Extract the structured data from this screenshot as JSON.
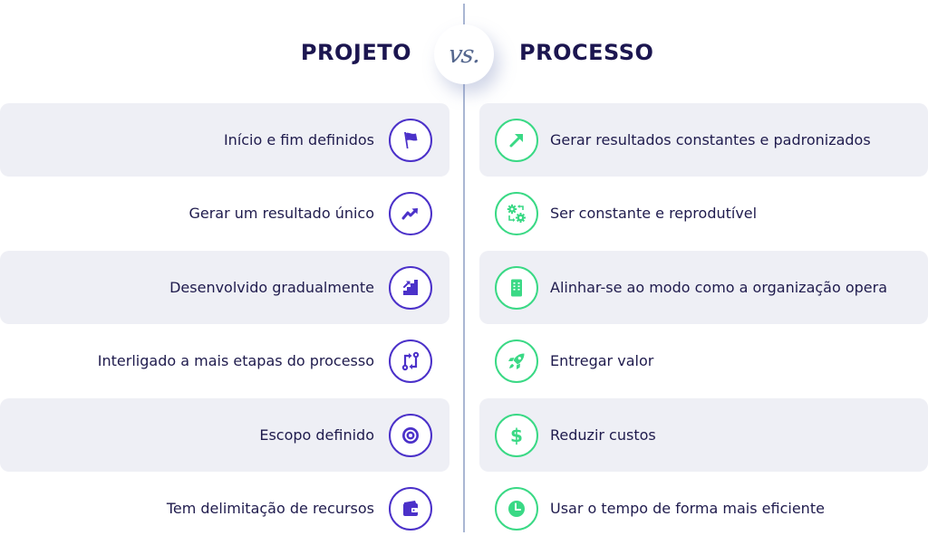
{
  "header": {
    "left_title": "PROJETO",
    "vs_label": "vs.",
    "right_title": "PROCESSO"
  },
  "colors": {
    "title": "#1c1650",
    "text": "#1f1b4d",
    "project_accent": "#4b31c9",
    "process_accent": "#3ad985",
    "row_shade": "#eeeff5",
    "divider": "#a9b6d3",
    "vs_text": "#56688f"
  },
  "projeto": {
    "items": [
      {
        "label": "Início e fim definidos",
        "icon": "flag-icon"
      },
      {
        "label": "Gerar um resultado único",
        "icon": "trending-up-icon"
      },
      {
        "label": "Desenvolvido gradualmente",
        "icon": "stairs-up-icon"
      },
      {
        "label": "Interligado a mais etapas do processo",
        "icon": "exchange-arrows-icon"
      },
      {
        "label": "Escopo definido",
        "icon": "target-icon"
      },
      {
        "label": "Tem delimitação de recursos",
        "icon": "wallet-icon"
      }
    ]
  },
  "processo": {
    "items": [
      {
        "label": "Gerar resultados constantes e padronizados",
        "icon": "arrow-up-right-icon"
      },
      {
        "label": "Ser constante e reprodutível",
        "icon": "gears-cycle-icon"
      },
      {
        "label": "Alinhar-se ao modo como a organização opera",
        "icon": "building-icon"
      },
      {
        "label": "Entregar valor",
        "icon": "rocket-icon"
      },
      {
        "label": "Reduzir custos",
        "icon": "dollar-icon"
      },
      {
        "label": "Usar o tempo de forma mais eficiente",
        "icon": "clock-icon"
      }
    ]
  }
}
